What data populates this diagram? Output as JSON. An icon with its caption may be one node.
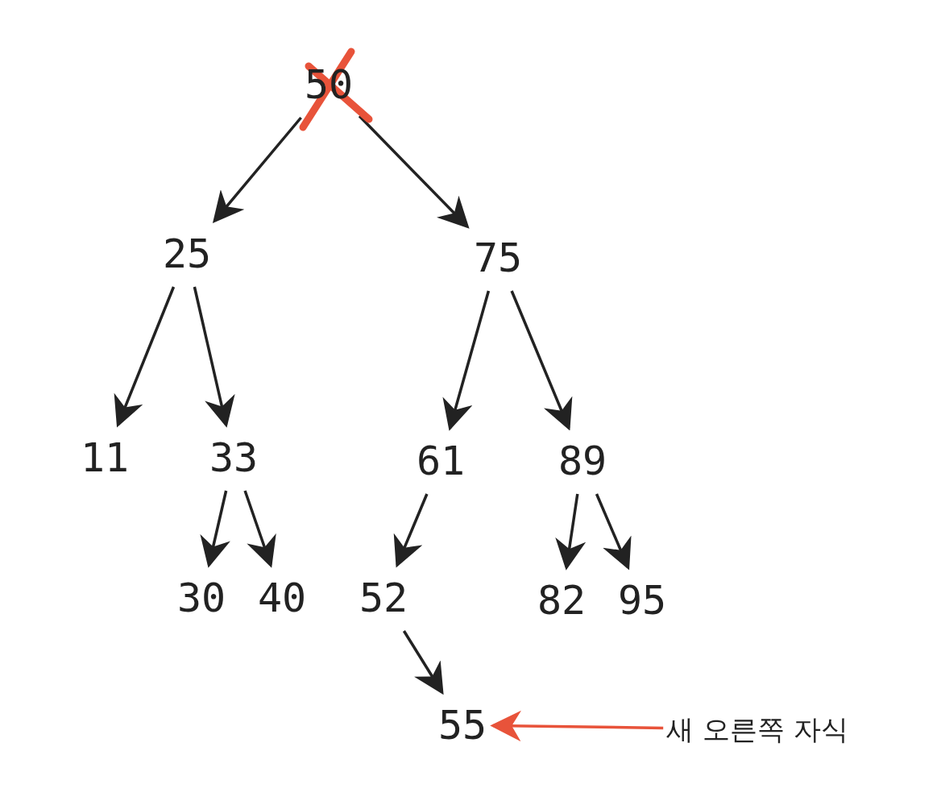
{
  "diagram": {
    "nodes": [
      {
        "text": [
          "50"
        ]
      },
      {
        "text": [
          "25"
        ]
      },
      {
        "text": [
          "75"
        ]
      },
      {
        "text": [
          "11"
        ]
      },
      {
        "text": [
          "33"
        ]
      },
      {
        "text": [
          "61"
        ]
      },
      {
        "text": [
          "89"
        ]
      },
      {
        "text": [
          "30"
        ]
      },
      {
        "text": [
          "40"
        ]
      },
      {
        "text": [
          "52"
        ]
      },
      {
        "text": [
          "82"
        ]
      },
      {
        "text": [
          "95"
        ]
      },
      {
        "text": [
          "55"
        ]
      },
      {
        "text": [
          "새 오른쪽 자식"
        ]
      }
    ],
    "edges": [
      {
        "from": 0,
        "to": 1,
        "arrow": "to"
      },
      {
        "from": 0,
        "to": 2,
        "arrow": "to"
      },
      {
        "from": 1,
        "to": 3,
        "arrow": "to"
      },
      {
        "from": 1,
        "to": 4,
        "arrow": "to"
      },
      {
        "from": 2,
        "to": 5,
        "arrow": "to"
      },
      {
        "from": 2,
        "to": 6,
        "arrow": "to"
      },
      {
        "from": 4,
        "to": 7,
        "arrow": "to"
      },
      {
        "from": 4,
        "to": 8,
        "arrow": "to"
      },
      {
        "from": 5,
        "to": 9,
        "arrow": "to"
      },
      {
        "from": 6,
        "to": 10,
        "arrow": "to"
      },
      {
        "from": 6,
        "to": 11,
        "arrow": "to"
      },
      {
        "from": 9,
        "to": 12,
        "arrow": "to"
      },
      {
        "from": 13,
        "to": 12,
        "arrow": "to",
        "color": "#e8533a"
      }
    ]
  }
}
